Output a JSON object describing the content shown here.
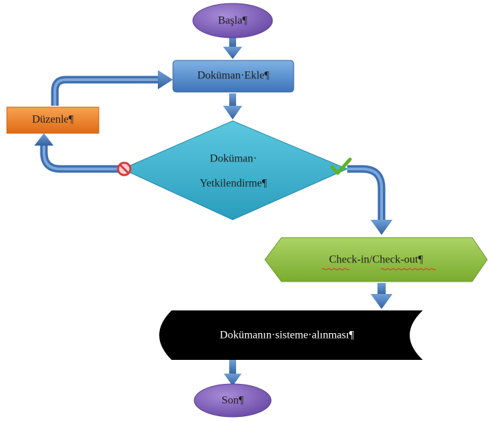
{
  "nodes": {
    "start": "Başla¶",
    "add_document": "Doküman·Ekle¶",
    "edit": "Düzenle¶",
    "authorize_line1": "Doküman·",
    "authorize_line2": "Yetkilendirme¶",
    "checkin_checkout": "Check-in/Check-out¶",
    "intake": "Dokümanın·sisteme·alınması¶",
    "end": "Son¶"
  },
  "colors": {
    "terminal": "#7b5bb3",
    "process": "#4f86c6",
    "edit": "#e97b22",
    "decision": "#3aaecc",
    "checkin": "#8fbe3e",
    "intake": "#000000",
    "connector": "#3f6fb0"
  },
  "icons": {
    "reject": "red-prohibited-icon",
    "approve": "green-check-icon"
  }
}
